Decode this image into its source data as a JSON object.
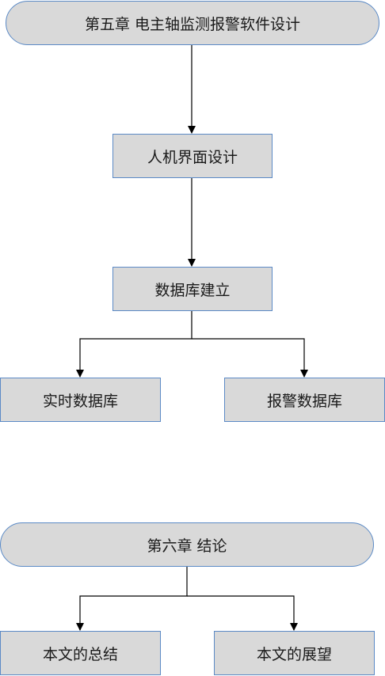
{
  "colors": {
    "node_fill": "#d9d9d9",
    "node_border": "#5b8ac6",
    "connector": "#000000",
    "text": "#1a1a1a"
  },
  "chapter5": {
    "title": "第五章  电主轴监测报警软件设计",
    "hmi_design": "人机界面设计",
    "database_setup": "数据库建立",
    "realtime_db": "实时数据库",
    "alarm_db": "报警数据库"
  },
  "chapter6": {
    "title": "第六章  结论",
    "summary": "本文的总结",
    "outlook": "本文的展望"
  }
}
